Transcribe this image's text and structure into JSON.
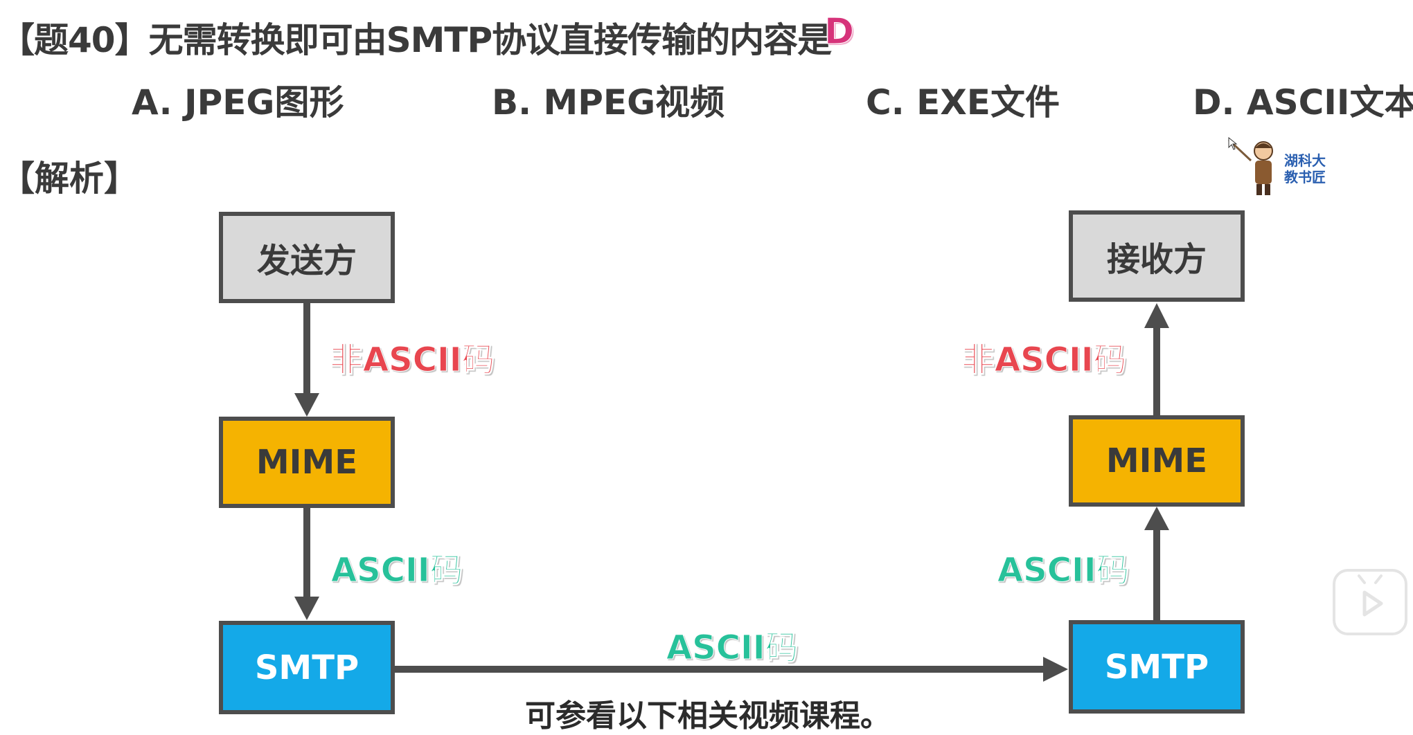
{
  "question": {
    "text": "【题40】无需转换即可由SMTP协议直接传输的内容是",
    "answer": "D"
  },
  "options": [
    {
      "label": "A. JPEG图形"
    },
    {
      "label": "B. MPEG视频"
    },
    {
      "label": "C. EXE文件"
    },
    {
      "label": "D. ASCII文本"
    }
  ],
  "analysis": {
    "heading": "【解析】"
  },
  "diagram": {
    "sender": "发送方",
    "receiver": "接收方",
    "mime_left": "MIME",
    "mime_right": "MIME",
    "smtp_left": "SMTP",
    "smtp_right": "SMTP",
    "edge_nonascii_left": "非ASCII码",
    "edge_nonascii_right": "非ASCII码",
    "edge_ascii_left": "ASCII码",
    "edge_ascii_right": "ASCII码",
    "edge_ascii_middle": "ASCII码"
  },
  "watermark": {
    "line1": "湖科大",
    "line2": "教书匠"
  },
  "subtitle": "可参看以下相关视频课程。",
  "colors": {
    "answer": "#d6337a",
    "box_gray": "#d9d9d9",
    "box_gold": "#f5b301",
    "box_blue": "#14a9e8",
    "label_red": "#e8464f",
    "label_green": "#27c19a",
    "arrow": "#4d4d4d"
  },
  "icons": [
    "teacher-mascot-icon",
    "video-play-icon",
    "cursor-icon"
  ]
}
